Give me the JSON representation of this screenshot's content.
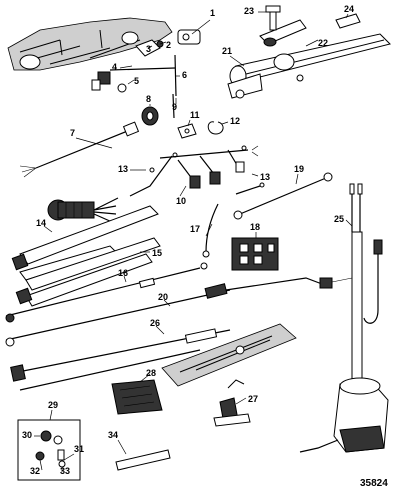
{
  "figure": {
    "number": "35824"
  },
  "callouts": [
    {
      "id": "c1",
      "label": "1"
    },
    {
      "id": "c2",
      "label": "2"
    },
    {
      "id": "c3",
      "label": "3"
    },
    {
      "id": "c4",
      "label": "4"
    },
    {
      "id": "c5",
      "label": "5"
    },
    {
      "id": "c6",
      "label": "6"
    },
    {
      "id": "c7",
      "label": "7"
    },
    {
      "id": "c8",
      "label": "8"
    },
    {
      "id": "c9",
      "label": "9"
    },
    {
      "id": "c10",
      "label": "10"
    },
    {
      "id": "c11",
      "label": "11"
    },
    {
      "id": "c12",
      "label": "12"
    },
    {
      "id": "c13a",
      "label": "13"
    },
    {
      "id": "c13b",
      "label": "13"
    },
    {
      "id": "c14",
      "label": "14"
    },
    {
      "id": "c15",
      "label": "15"
    },
    {
      "id": "c16",
      "label": "16"
    },
    {
      "id": "c17",
      "label": "17"
    },
    {
      "id": "c18",
      "label": "18"
    },
    {
      "id": "c19",
      "label": "19"
    },
    {
      "id": "c20",
      "label": "20"
    },
    {
      "id": "c21",
      "label": "21"
    },
    {
      "id": "c22",
      "label": "22"
    },
    {
      "id": "c23",
      "label": "23"
    },
    {
      "id": "c24",
      "label": "24"
    },
    {
      "id": "c25",
      "label": "25"
    },
    {
      "id": "c26",
      "label": "26"
    },
    {
      "id": "c27",
      "label": "27"
    },
    {
      "id": "c28",
      "label": "28"
    },
    {
      "id": "c29",
      "label": "29"
    },
    {
      "id": "c30",
      "label": "30"
    },
    {
      "id": "c31",
      "label": "31"
    },
    {
      "id": "c32",
      "label": "32"
    },
    {
      "id": "c33",
      "label": "33"
    },
    {
      "id": "c34",
      "label": "34"
    }
  ]
}
